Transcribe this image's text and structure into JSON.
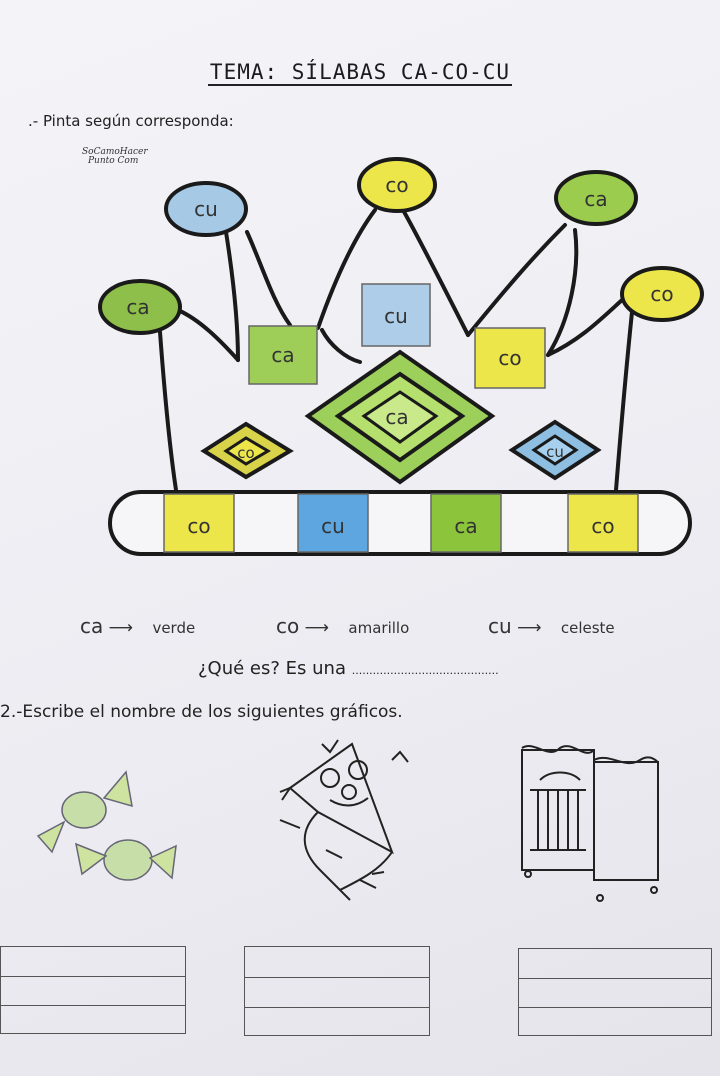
{
  "title": "TEMA: SÍLABAS CA-CO-CU",
  "instruction1": ".- Pinta según corresponda:",
  "brand": [
    "SoCamoHacer",
    "Punto Com"
  ],
  "crown": {
    "circles": [
      "cu",
      "co",
      "ca",
      "ca",
      "co"
    ],
    "squares": [
      "cu",
      "ca",
      "co"
    ],
    "diamonds": [
      "co",
      "ca",
      "cu"
    ],
    "band": [
      "co",
      "cu",
      "ca",
      "co"
    ]
  },
  "legend": [
    {
      "syllable": "ca",
      "color_name": "verde",
      "color": "#8cc43c"
    },
    {
      "syllable": "co",
      "color_name": "amarillo",
      "color": "#e6e43a"
    },
    {
      "syllable": "cu",
      "color_name": "celeste",
      "color": "#8ec0ec"
    }
  ],
  "question": "¿Qué es? Es una ",
  "question_blank": "..........................................",
  "instruction2": "2.-Escribe el nombre de los siguientes gráficos.",
  "images": [
    "candy-icon",
    "kite-icon",
    "crib-icon"
  ]
}
